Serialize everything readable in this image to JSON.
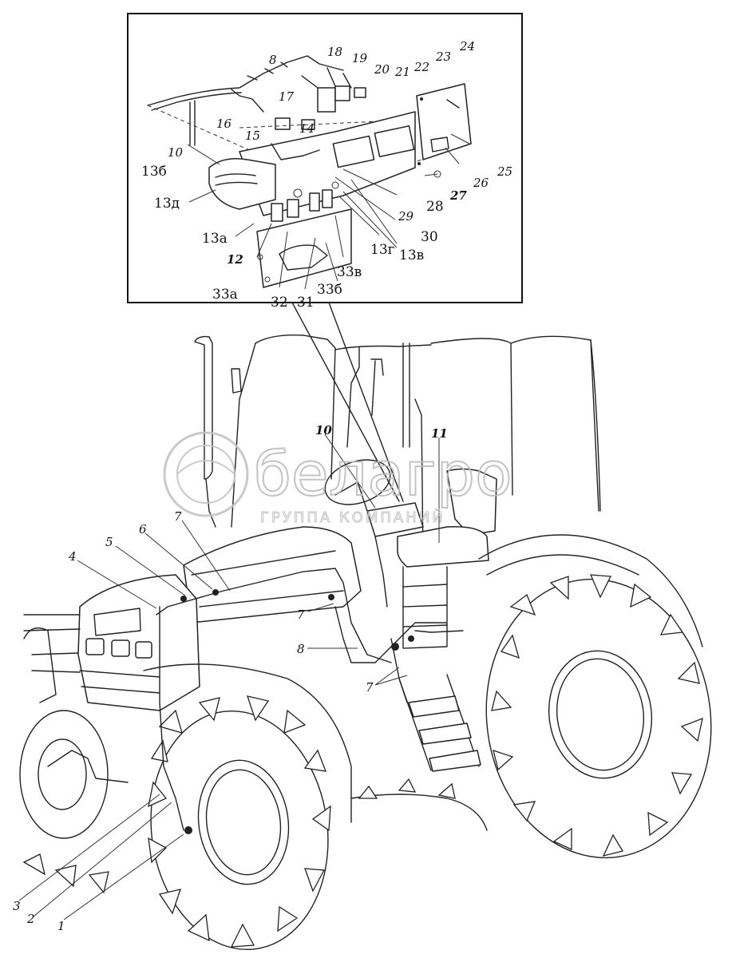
{
  "watermark": {
    "brand": "белагро",
    "subtitle": "ГРУППА КОМПАНИЙ"
  },
  "inset_labels": {
    "c8": "8",
    "c18": "18",
    "c19": "19",
    "c20": "20",
    "c21": "21",
    "c22": "22",
    "c23": "23",
    "c24": "24",
    "c17": "17",
    "c16": "16",
    "c15": "15",
    "c14": "14",
    "c10": "10",
    "c13b": "13б",
    "c13d": "13д",
    "c13a": "13а",
    "c12": "12",
    "c33a": "33а",
    "c32": "32",
    "c31": "31",
    "c33b": "33б",
    "c33v": "33в",
    "c13g": "13г",
    "c13v": "13в",
    "c30": "30",
    "c29": "29",
    "c28": "28",
    "c27": "27",
    "c26": "26",
    "c25": "25"
  },
  "main_labels": {
    "m1": "1",
    "m2": "2",
    "m3": "3",
    "m4": "4",
    "m5": "5",
    "m6": "6",
    "m7a": "7",
    "m7b": "7",
    "m8": "8",
    "m7c": "7",
    "m10": "10",
    "m11": "11"
  }
}
